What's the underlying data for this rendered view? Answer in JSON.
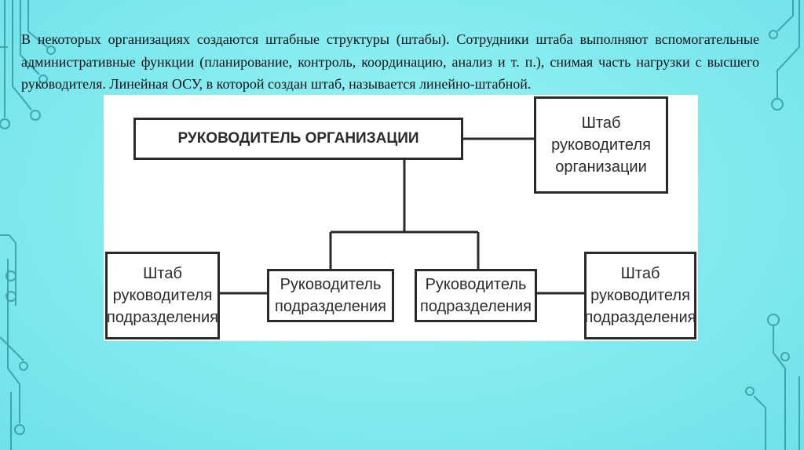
{
  "slide": {
    "paragraph": "В некоторых организациях создаются штабные структуры (штабы). Сотрудники штаба выполняют вспомогательные административные функции (планирование, контроль, координацию, анализ и т. п.), снимая часть нагрузки с высшего руководителя. Линейная ОСУ, в которой создан штаб, называется линейно-штабной."
  },
  "diagram": {
    "head": "РУКОВОДИТЕЛЬ ОРГАНИЗАЦИИ",
    "head_staff": "Штаб\nруководителя\nорганизации",
    "left_staff": "Штаб\nруководителя\nподразделения",
    "left_unit": "Руководитель\nподразделения",
    "right_unit": "Руководитель\nподразделения",
    "right_staff": "Штаб\nруководителя\nподразделения"
  },
  "colors": {
    "background": "#86ecf0",
    "circuit": "#2f8f9a",
    "box_border": "#2a2a2a",
    "text": "#111111"
  }
}
